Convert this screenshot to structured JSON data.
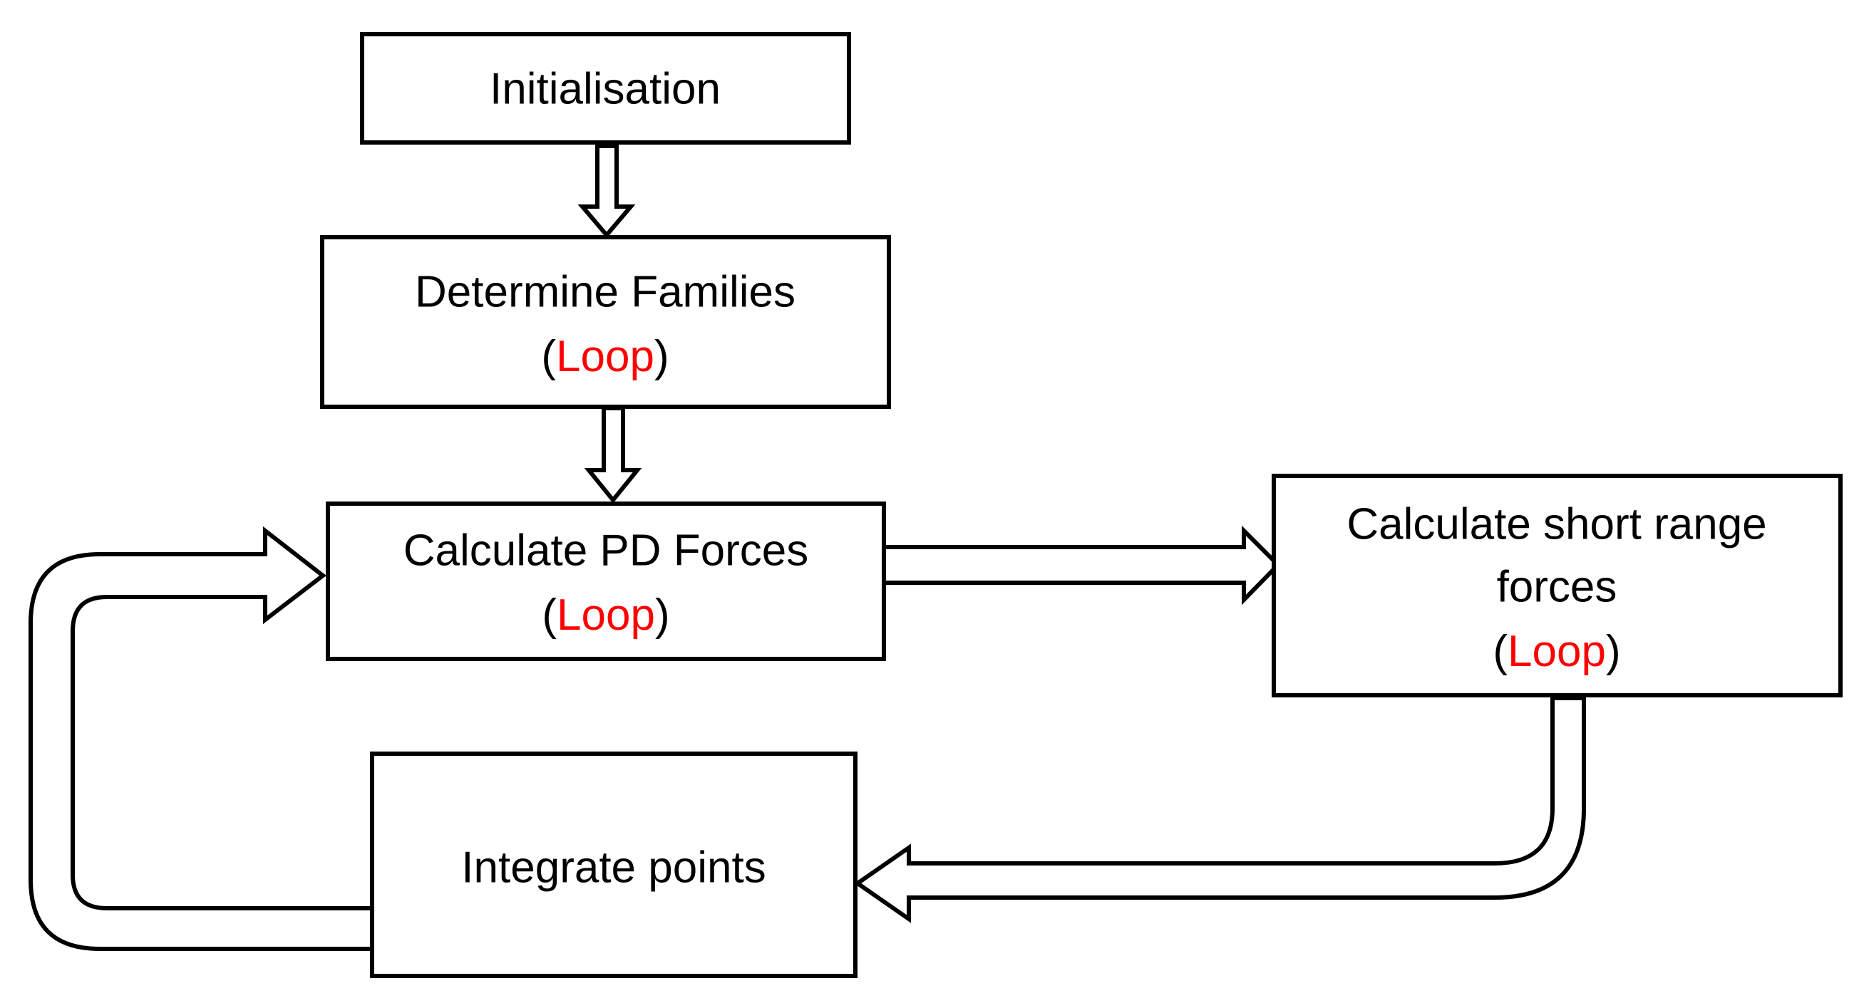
{
  "diagram": {
    "colors": {
      "stroke": "#000000",
      "background": "#ffffff",
      "loop_highlight": "#ff0000"
    },
    "nodes": {
      "initialisation": {
        "label": "Initialisation"
      },
      "determine_families": {
        "label": "Determine Families",
        "loop": {
          "open": "(",
          "word": "Loop",
          "close": ")"
        }
      },
      "calculate_pd_forces": {
        "label": "Calculate PD Forces",
        "loop": {
          "open": "(",
          "word": "Loop",
          "close": ")"
        }
      },
      "short_range": {
        "label_line1": "Calculate short range",
        "label_line2": "forces",
        "loop": {
          "open": "(",
          "word": "Loop",
          "close": ")"
        }
      },
      "integrate_points": {
        "label": "Integrate points"
      }
    },
    "edges": [
      {
        "from": "initialisation",
        "to": "determine_families"
      },
      {
        "from": "determine_families",
        "to": "calculate_pd_forces"
      },
      {
        "from": "calculate_pd_forces",
        "to": "short_range"
      },
      {
        "from": "short_range",
        "to": "integrate_points"
      },
      {
        "from": "integrate_points",
        "to": "calculate_pd_forces"
      }
    ]
  }
}
